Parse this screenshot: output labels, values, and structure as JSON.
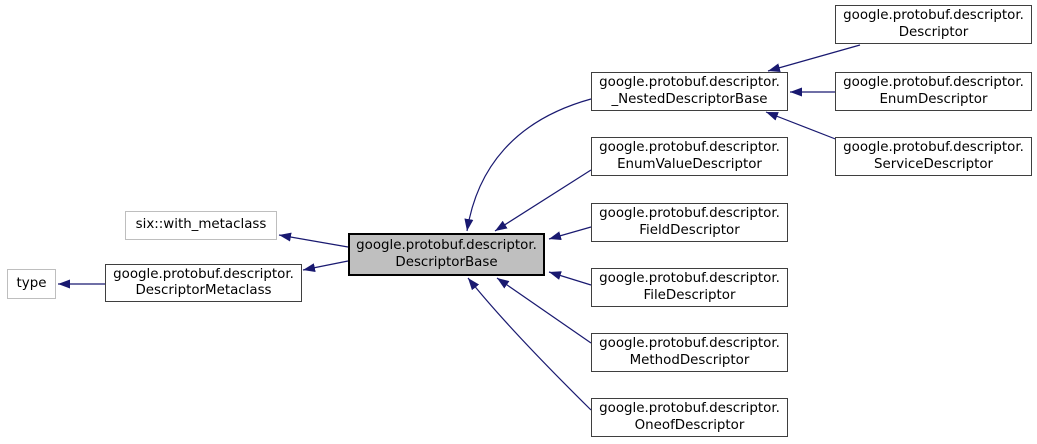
{
  "diagram": {
    "kind": "class-inheritance-graph",
    "colors": {
      "arrow": "#191970",
      "node_border": "#3f3f3f",
      "current_node_border": "#000000",
      "current_node_fill": "#bfbfbf",
      "external_node_border": "#bebebe",
      "background": "#ffffff",
      "text": "#000000"
    },
    "nodes": {
      "type": {
        "label": "type"
      },
      "six_with_metaclass": {
        "label": "six::with_metaclass"
      },
      "descriptor_metaclass": {
        "line1": "google.protobuf.descriptor.",
        "line2": "DescriptorMetaclass"
      },
      "descriptor_base": {
        "line1": "google.protobuf.descriptor.",
        "line2": "DescriptorBase"
      },
      "nested_descriptor_base": {
        "line1": "google.protobuf.descriptor.",
        "line2": "_NestedDescriptorBase"
      },
      "enum_value_descriptor": {
        "line1": "google.protobuf.descriptor.",
        "line2": "EnumValueDescriptor"
      },
      "field_descriptor": {
        "line1": "google.protobuf.descriptor.",
        "line2": "FieldDescriptor"
      },
      "file_descriptor": {
        "line1": "google.protobuf.descriptor.",
        "line2": "FileDescriptor"
      },
      "method_descriptor": {
        "line1": "google.protobuf.descriptor.",
        "line2": "MethodDescriptor"
      },
      "oneof_descriptor": {
        "line1": "google.protobuf.descriptor.",
        "line2": "OneofDescriptor"
      },
      "descriptor": {
        "line1": "google.protobuf.descriptor.",
        "line2": "Descriptor"
      },
      "enum_descriptor": {
        "line1": "google.protobuf.descriptor.",
        "line2": "EnumDescriptor"
      },
      "service_descriptor": {
        "line1": "google.protobuf.descriptor.",
        "line2": "ServiceDescriptor"
      }
    },
    "edges": [
      {
        "from": "descriptor_metaclass",
        "to": "type"
      },
      {
        "from": "descriptor_base",
        "to": "six_with_metaclass"
      },
      {
        "from": "descriptor_base",
        "to": "descriptor_metaclass"
      },
      {
        "from": "nested_descriptor_base",
        "to": "descriptor_base"
      },
      {
        "from": "enum_value_descriptor",
        "to": "descriptor_base"
      },
      {
        "from": "field_descriptor",
        "to": "descriptor_base"
      },
      {
        "from": "file_descriptor",
        "to": "descriptor_base"
      },
      {
        "from": "method_descriptor",
        "to": "descriptor_base"
      },
      {
        "from": "oneof_descriptor",
        "to": "descriptor_base"
      },
      {
        "from": "descriptor",
        "to": "nested_descriptor_base"
      },
      {
        "from": "enum_descriptor",
        "to": "nested_descriptor_base"
      },
      {
        "from": "service_descriptor",
        "to": "nested_descriptor_base"
      }
    ]
  }
}
